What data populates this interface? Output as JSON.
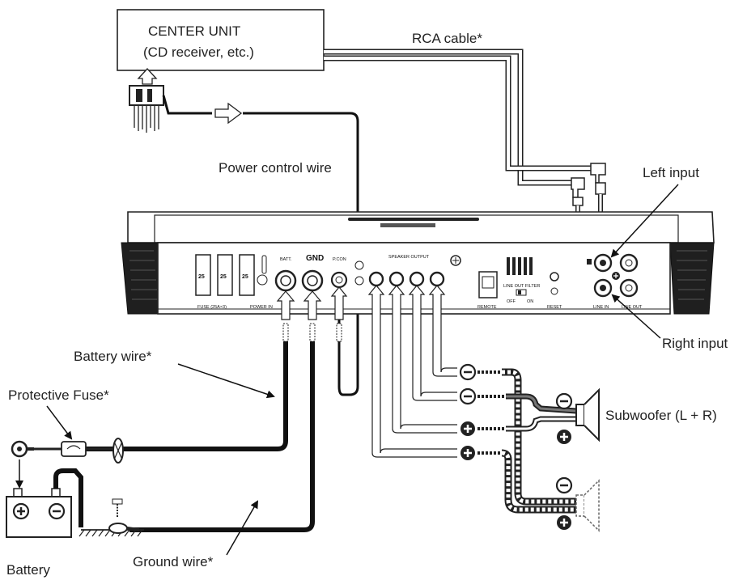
{
  "labels": {
    "center_unit_line1": "CENTER UNIT",
    "center_unit_line2": "(CD receiver, etc.)",
    "rca_cable": "RCA cable*",
    "power_control_wire": "Power control wire",
    "left_input": "Left input",
    "right_input": "Right input",
    "battery_wire": "Battery wire*",
    "protective_fuse": "Protective Fuse*",
    "subwoofer": "Subwoofer (L + R)",
    "ground_wire": "Ground wire*",
    "battery": "Battery"
  },
  "panel": {
    "fuse_caption": "FUSE (25A×3)",
    "fuse_value": "25",
    "power_in": "POWER IN",
    "batt": "BATT.",
    "gnd": "GND",
    "pcon": "P.CON",
    "speaker_output": "SPEAKER OUTPUT",
    "remote": "REMOTE",
    "reset": "RESET",
    "line_out_filter": "LINE OUT FILTER",
    "off": "OFF",
    "on": "ON",
    "line_in": "LINE IN",
    "line_out": "LINE OUT"
  }
}
